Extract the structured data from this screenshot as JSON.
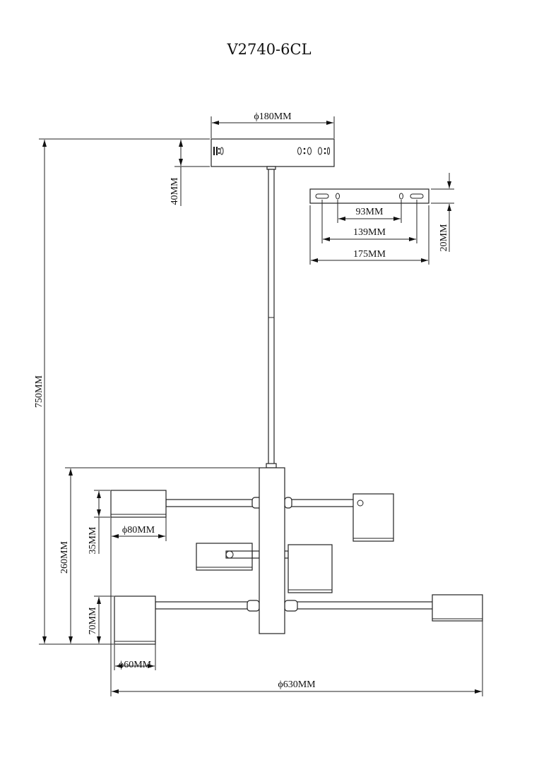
{
  "title": "V2740-6CL",
  "dimensions": {
    "canopy_diameter": "ϕ180MM",
    "canopy_height": "40MM",
    "total_height": "750MM",
    "bracket_hole_spacing": "93MM",
    "bracket_slot_spacing": "139MM",
    "bracket_length": "175MM",
    "bracket_height": "20MM",
    "body_height": "260MM",
    "shade_large_height": "35MM",
    "shade_large_diameter": "ϕ80MM",
    "shade_small_height": "70MM",
    "shade_small_diameter": "ϕ60MM",
    "total_diameter": "ϕ630MM"
  }
}
